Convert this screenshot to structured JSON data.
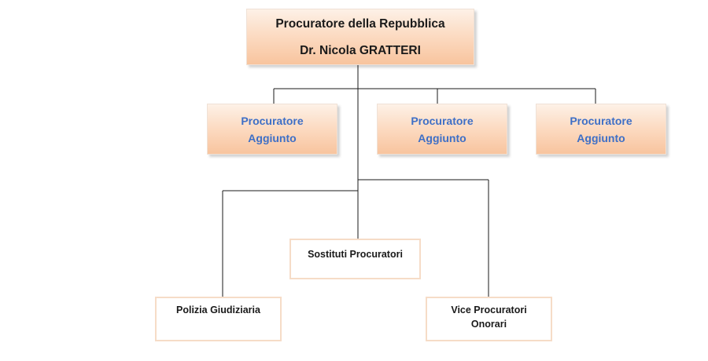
{
  "root": {
    "title": "Procuratore della Repubblica",
    "name": "Dr. Nicola GRATTERI"
  },
  "deputies": [
    {
      "line1": "Procuratore",
      "line2": "Aggiunto"
    },
    {
      "line1": "Procuratore",
      "line2": "Aggiunto"
    },
    {
      "line1": "Procuratore",
      "line2": "Aggiunto"
    }
  ],
  "substitutes": {
    "label": "Sostituti Procuratori"
  },
  "police": {
    "label": "Polizia Giudiziaria"
  },
  "honorary": {
    "line1": "Vice Procuratori",
    "line2": "Onorari"
  },
  "colors": {
    "deputy_text": "#3e6fc6",
    "connector": "#1a1a1a",
    "box_fill_top": "#fdf1e7",
    "box_fill_bottom": "#f8c49e",
    "outline": "#f6dcc7"
  }
}
